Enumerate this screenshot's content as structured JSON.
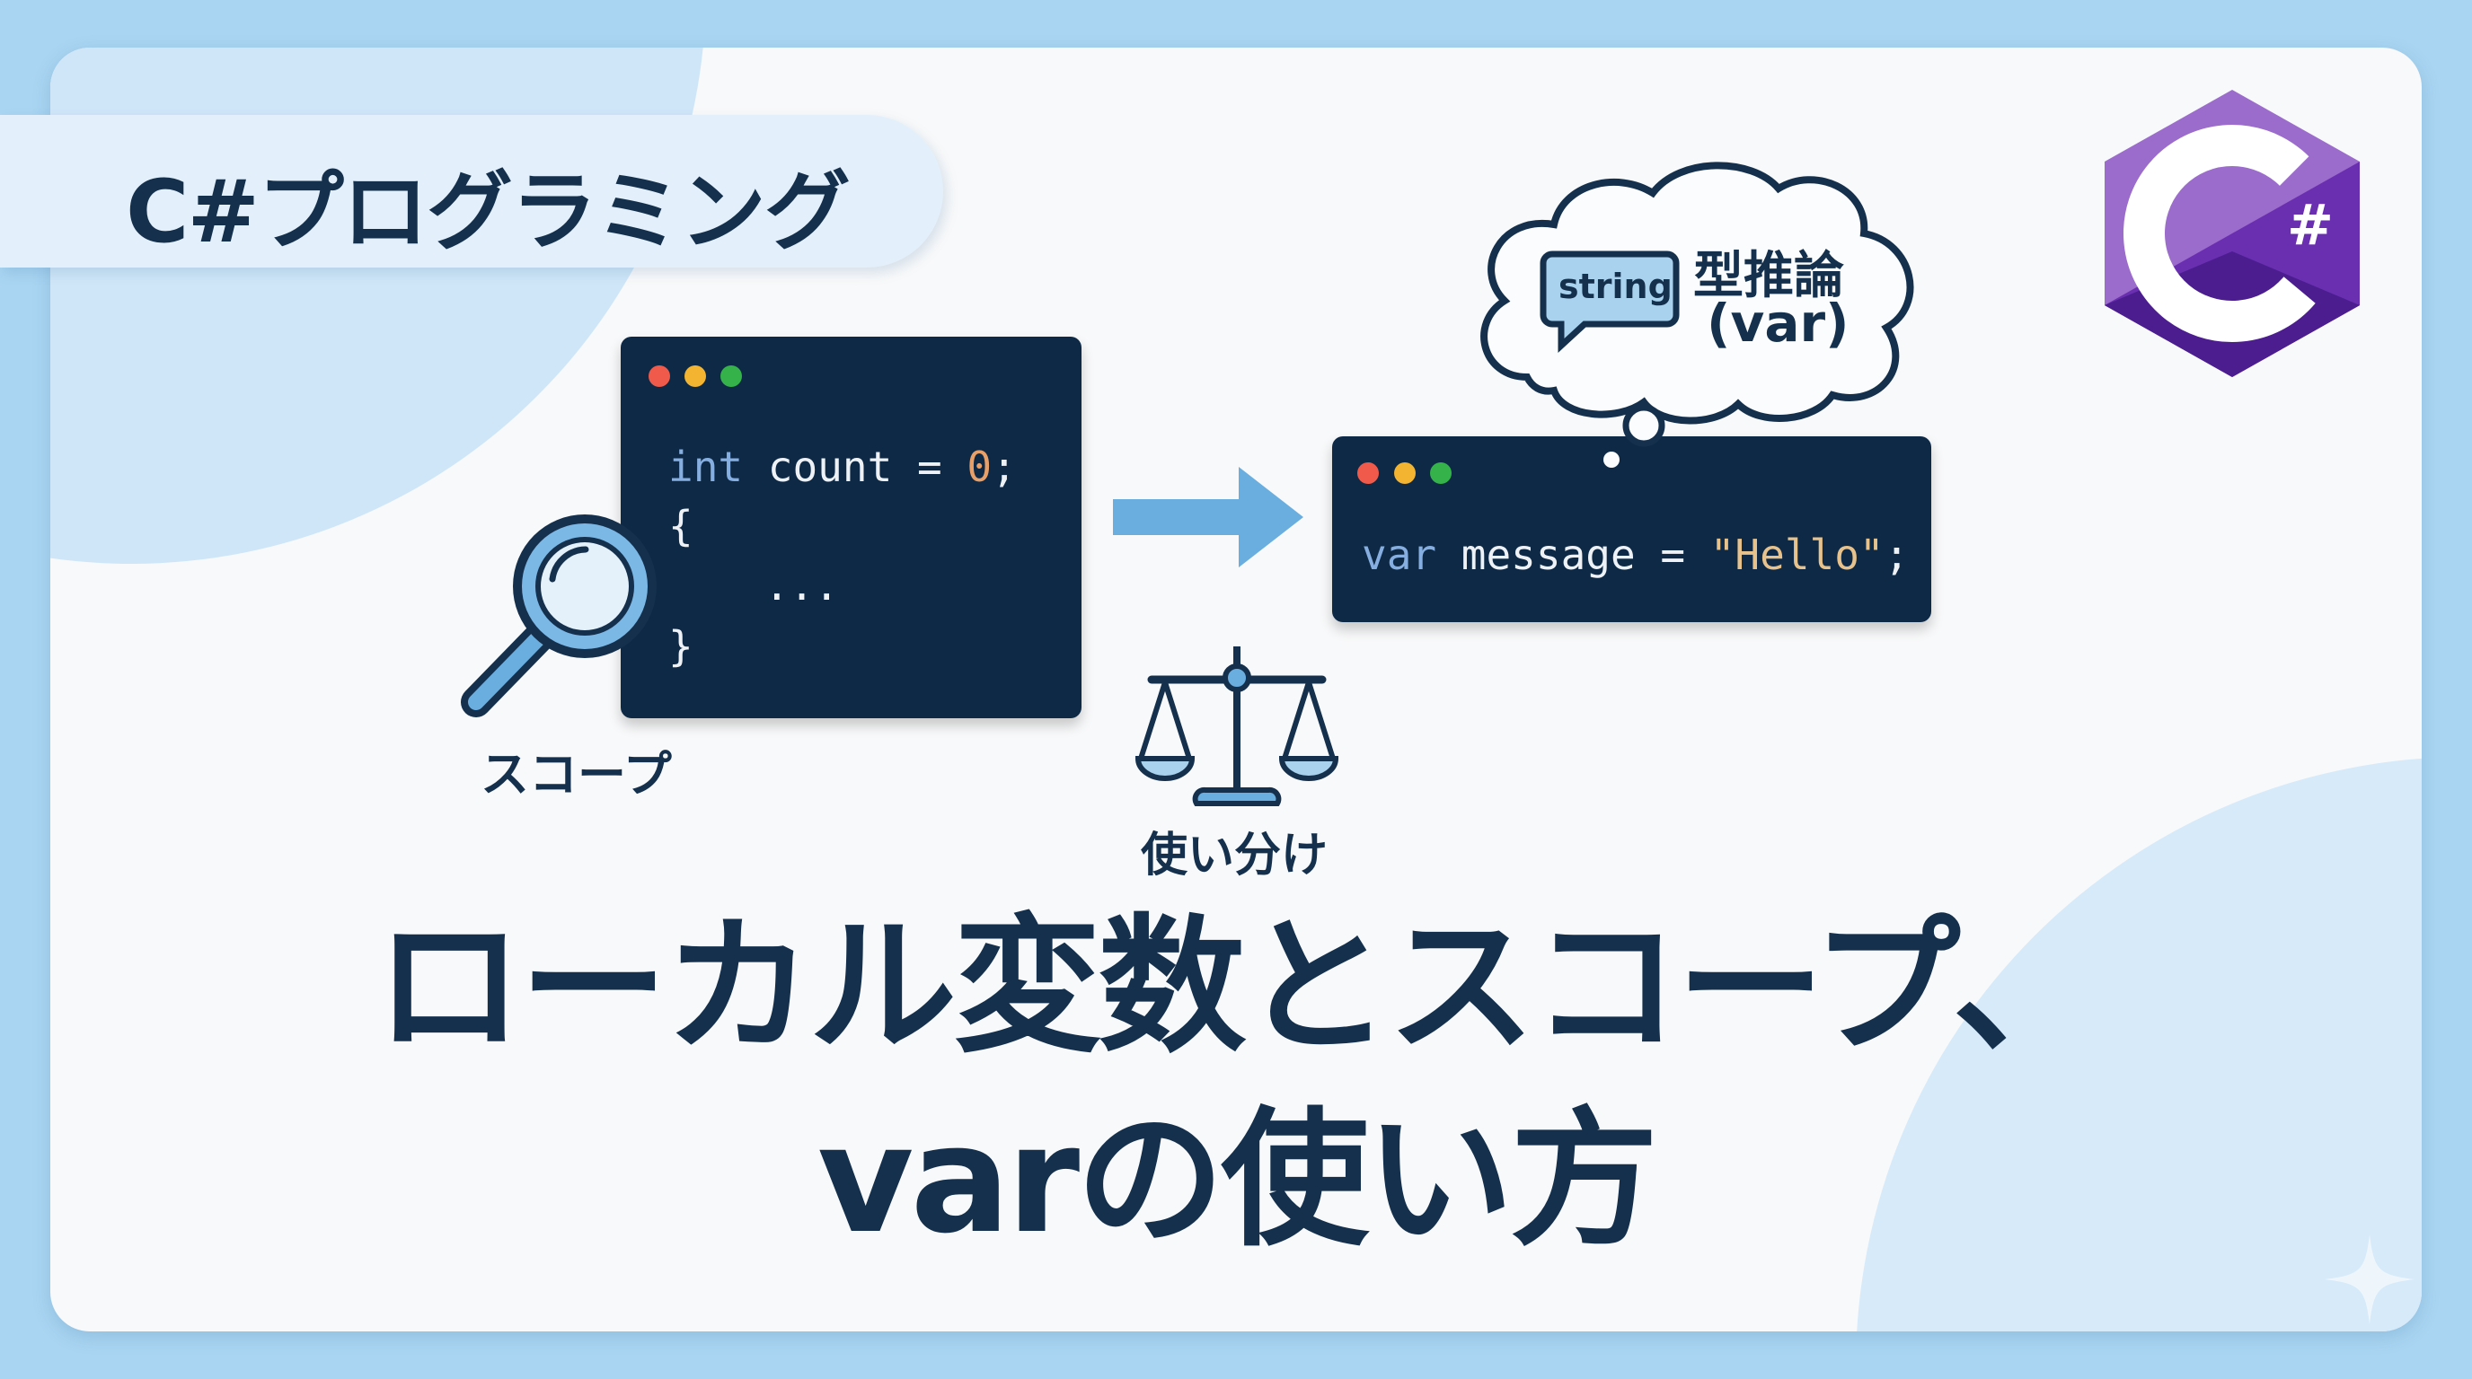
{
  "badge": {
    "label": "C#プログラミング"
  },
  "code_left": {
    "lines": [
      {
        "keyword": "int",
        "rest": " count = ",
        "value": "0",
        "end": ";"
      },
      {
        "text": "{"
      },
      {
        "text": "..."
      },
      {
        "text": "}"
      }
    ]
  },
  "code_right": {
    "keyword": "var",
    "rest": " message = ",
    "value": "\"Hello\"",
    "end": ";"
  },
  "scope_label": "スコープ",
  "cloud": {
    "tag": "string",
    "line1": "型推論",
    "line2": "(var)"
  },
  "scale_label": "使い分け",
  "logo": {
    "text": "#"
  },
  "title": {
    "line1": "ローカル変数とスコープ、",
    "line2": "varの使い方"
  },
  "colors": {
    "background": "#a9d5f2",
    "navy": "#15304c",
    "code_bg": "#0d2946",
    "accent": "#6aaee0",
    "purple": "#6a2fb0"
  }
}
